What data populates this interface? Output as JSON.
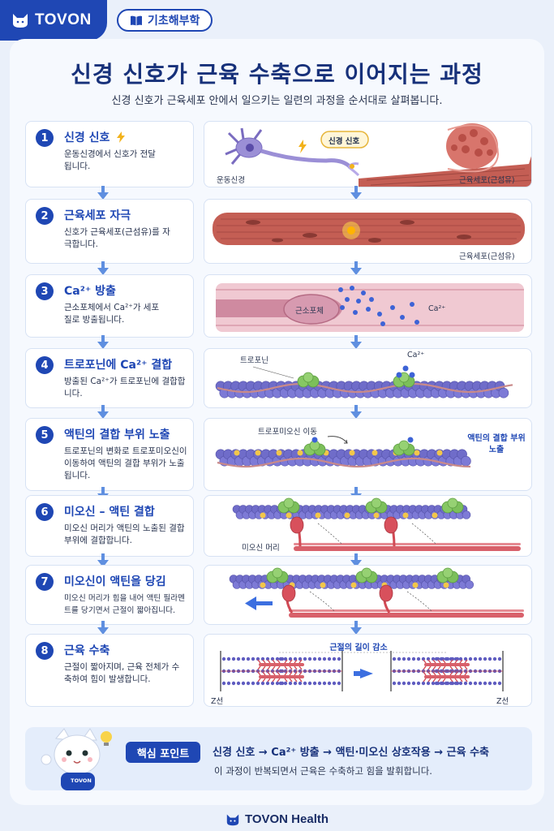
{
  "brand": {
    "name": "TOVON",
    "tag": "기초해부학",
    "footer": "TOVON Health"
  },
  "header": {
    "title": "신경 신호가 근육 수축으로 이어지는 과정",
    "subtitle": "신경 신호가 근육세포 안에서 일으키는 일련의 과정을 순서대로 살펴봅니다."
  },
  "steps": [
    {
      "num": "1",
      "title": "신경 신호",
      "desc": "운동신경에서 신호가 전달됩니다."
    },
    {
      "num": "2",
      "title": "근육세포 자극",
      "desc": "신호가 근육세포(근섬유)를 자극합니다."
    },
    {
      "num": "3",
      "title": "Ca²⁺ 방출",
      "desc": "근소포체에서 Ca²⁺가 세포질로 방출됩니다."
    },
    {
      "num": "4",
      "title": "트로포닌에 Ca²⁺ 결합",
      "desc": "방출된 Ca²⁺가 트로포닌에 결합합니다."
    },
    {
      "num": "5",
      "title": "액틴의 결합 부위 노출",
      "desc": "트로포닌의 변화로 트로포미오신이 이동하여 액틴의 결합 부위가 노출됩니다."
    },
    {
      "num": "6",
      "title": "미오신 – 액틴 결합",
      "desc": "미오신 머리가 액틴의 노출된 결합 부위에 결합합니다."
    },
    {
      "num": "7",
      "title": "미오신이 액틴을 당김",
      "desc": "미오신 머리가 힘을 내어 액틴 필라멘트를 당기면서 근절이 짧아집니다."
    },
    {
      "num": "8",
      "title": "근육 수축",
      "desc": "근절이 짧아지며, 근육 전체가 수축하여 힘이 발생합니다."
    }
  ],
  "panels": {
    "p1": {
      "motor_neuron": "운동신경",
      "muscle_cell": "근육세포(근섬유)",
      "signal": "신경 신호"
    },
    "p2": {
      "muscle_cell": "근육세포(근섬유)"
    },
    "p3": {
      "sr": "근소포체",
      "ca": "Ca²⁺"
    },
    "p4": {
      "troponin": "트로포닌",
      "ca": "Ca²⁺"
    },
    "p5": {
      "tropomyosin_move": "트로포미오신 이동",
      "site_exposed": "액틴의 결합 부위 노출"
    },
    "p6": {
      "myosin_head": "미오신 머리"
    },
    "p8": {
      "shortening": "근절의 길이 감소",
      "z_left": "Z선",
      "z_right": "Z선"
    }
  },
  "summary": {
    "label": "핵심 포인트",
    "flow": "신경 신호 → Ca²⁺ 방출 → 액틴·미오신 상호작용 → 근육 수축",
    "note": "이 과정이 반복되면서 근육은 수축하고 힘을 발휘합니다.",
    "mascot_shirt": "TOVON"
  },
  "colors": {
    "primary": "#1f47b4",
    "muscle": "#c8625a",
    "actin": "#6f6cc9",
    "troponin": "#7cbf5a",
    "calcium": "#3d63d6"
  }
}
